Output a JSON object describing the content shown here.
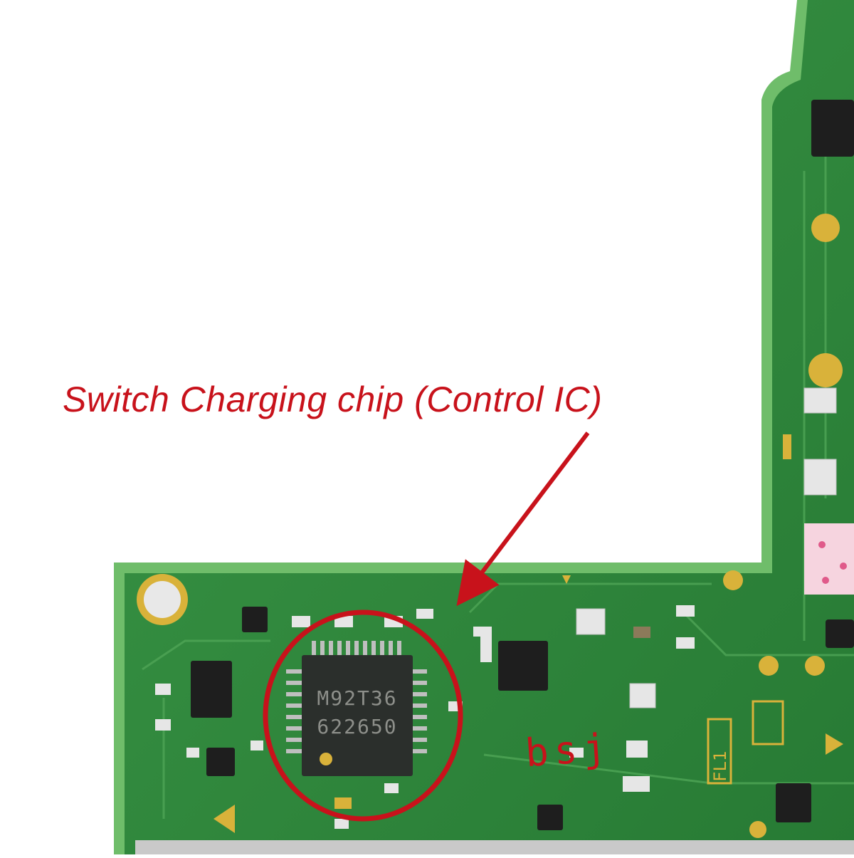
{
  "caption": {
    "text": "Switch Charging chip (Control IC)",
    "color": "#c8121b"
  },
  "chip": {
    "line1": "M92T36",
    "line2": "622650"
  },
  "board_marking": "FL1",
  "handwritten_mark": "bsj",
  "colors": {
    "background": "#ffffff",
    "pcb_green": "#2f8a3c",
    "pcb_edge": "#6fbd6a",
    "chip_body": "#2b2f2c",
    "pad_gold": "#d9b23a",
    "annotation_red": "#c8121b"
  }
}
